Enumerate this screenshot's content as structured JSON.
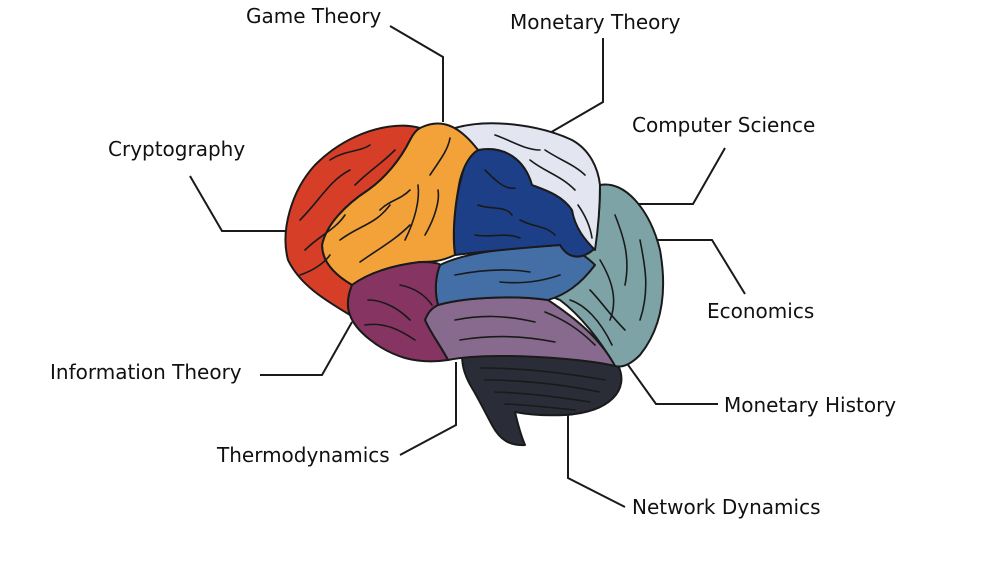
{
  "labels": {
    "game_theory": "Game Theory",
    "monetary_theory": "Monetary Theory",
    "computer_science": "Computer Science",
    "cryptography": "Cryptography",
    "economics": "Economics",
    "information_theory": "Information Theory",
    "monetary_history": "Monetary History",
    "thermodynamics": "Thermodynamics",
    "network_dynamics": "Network Dynamics"
  },
  "colors": {
    "cryptography": "#d63e27",
    "game_theory": "#f3a23a",
    "monetary_theory": "#e3e6f0",
    "computer_science": "#1d3f87",
    "economics": "#7ea3a6",
    "information_theory": "#863462",
    "monetary_history": "#886a8f",
    "thermodynamics": "#436fa6",
    "network_dynamics": "#2a2d38",
    "outline": "#1a1a1a"
  }
}
